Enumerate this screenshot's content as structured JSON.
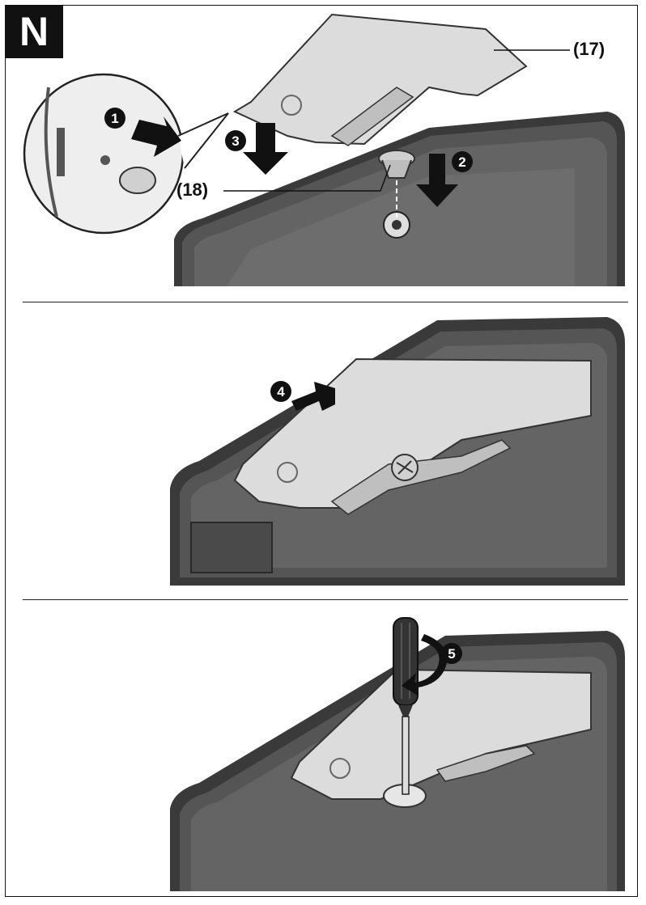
{
  "figure": {
    "letter": "N"
  },
  "panel1": {
    "label_clip": "(17)",
    "label_screw": "(18)",
    "steps": [
      "1",
      "2",
      "3"
    ]
  },
  "panel2": {
    "steps": [
      "4"
    ]
  },
  "panel3": {
    "steps": [
      "5"
    ]
  },
  "colors": {
    "device_body": "#4a4a4a",
    "device_dark": "#2e2e2e",
    "device_top": "#5c5c5c",
    "clip": "#d9d9d9",
    "arrow": "#111111"
  }
}
